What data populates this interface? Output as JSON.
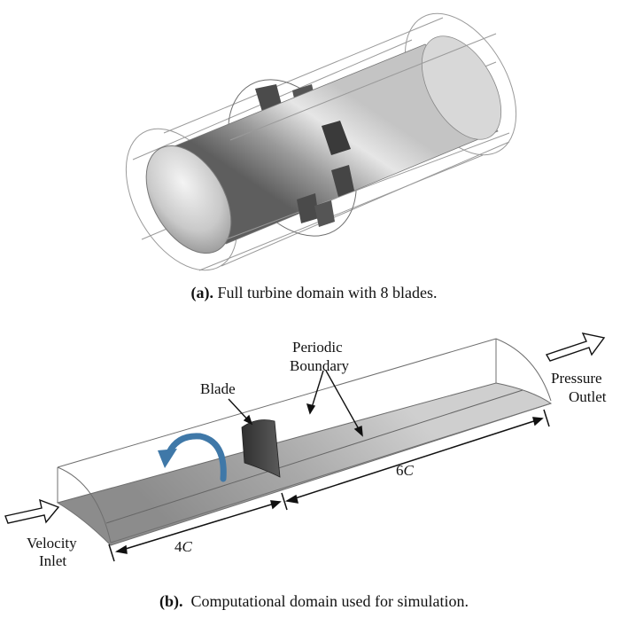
{
  "panel_a": {
    "caption_tag": "(a).",
    "caption_text": " Full turbine domain with 8 blades."
  },
  "panel_b": {
    "caption_tag": "(b).",
    "caption_text": "  Computational domain used for simulation.",
    "labels": {
      "periodic_line1": "Periodic",
      "periodic_line2": "Boundary",
      "blade": "Blade",
      "pressure_line1": "Pressure",
      "pressure_line2": "Outlet",
      "velocity_line1": "Velocity",
      "velocity_line2": "Inlet",
      "dim_upstream_num": "4",
      "dim_upstream_unit": "C",
      "dim_downstream_num": "6",
      "dim_downstream_unit": "C"
    }
  },
  "colors": {
    "rotation_arrow": "#3f78a8",
    "blade": "#4a4a4a",
    "wireframe": "#9a9a9a"
  }
}
